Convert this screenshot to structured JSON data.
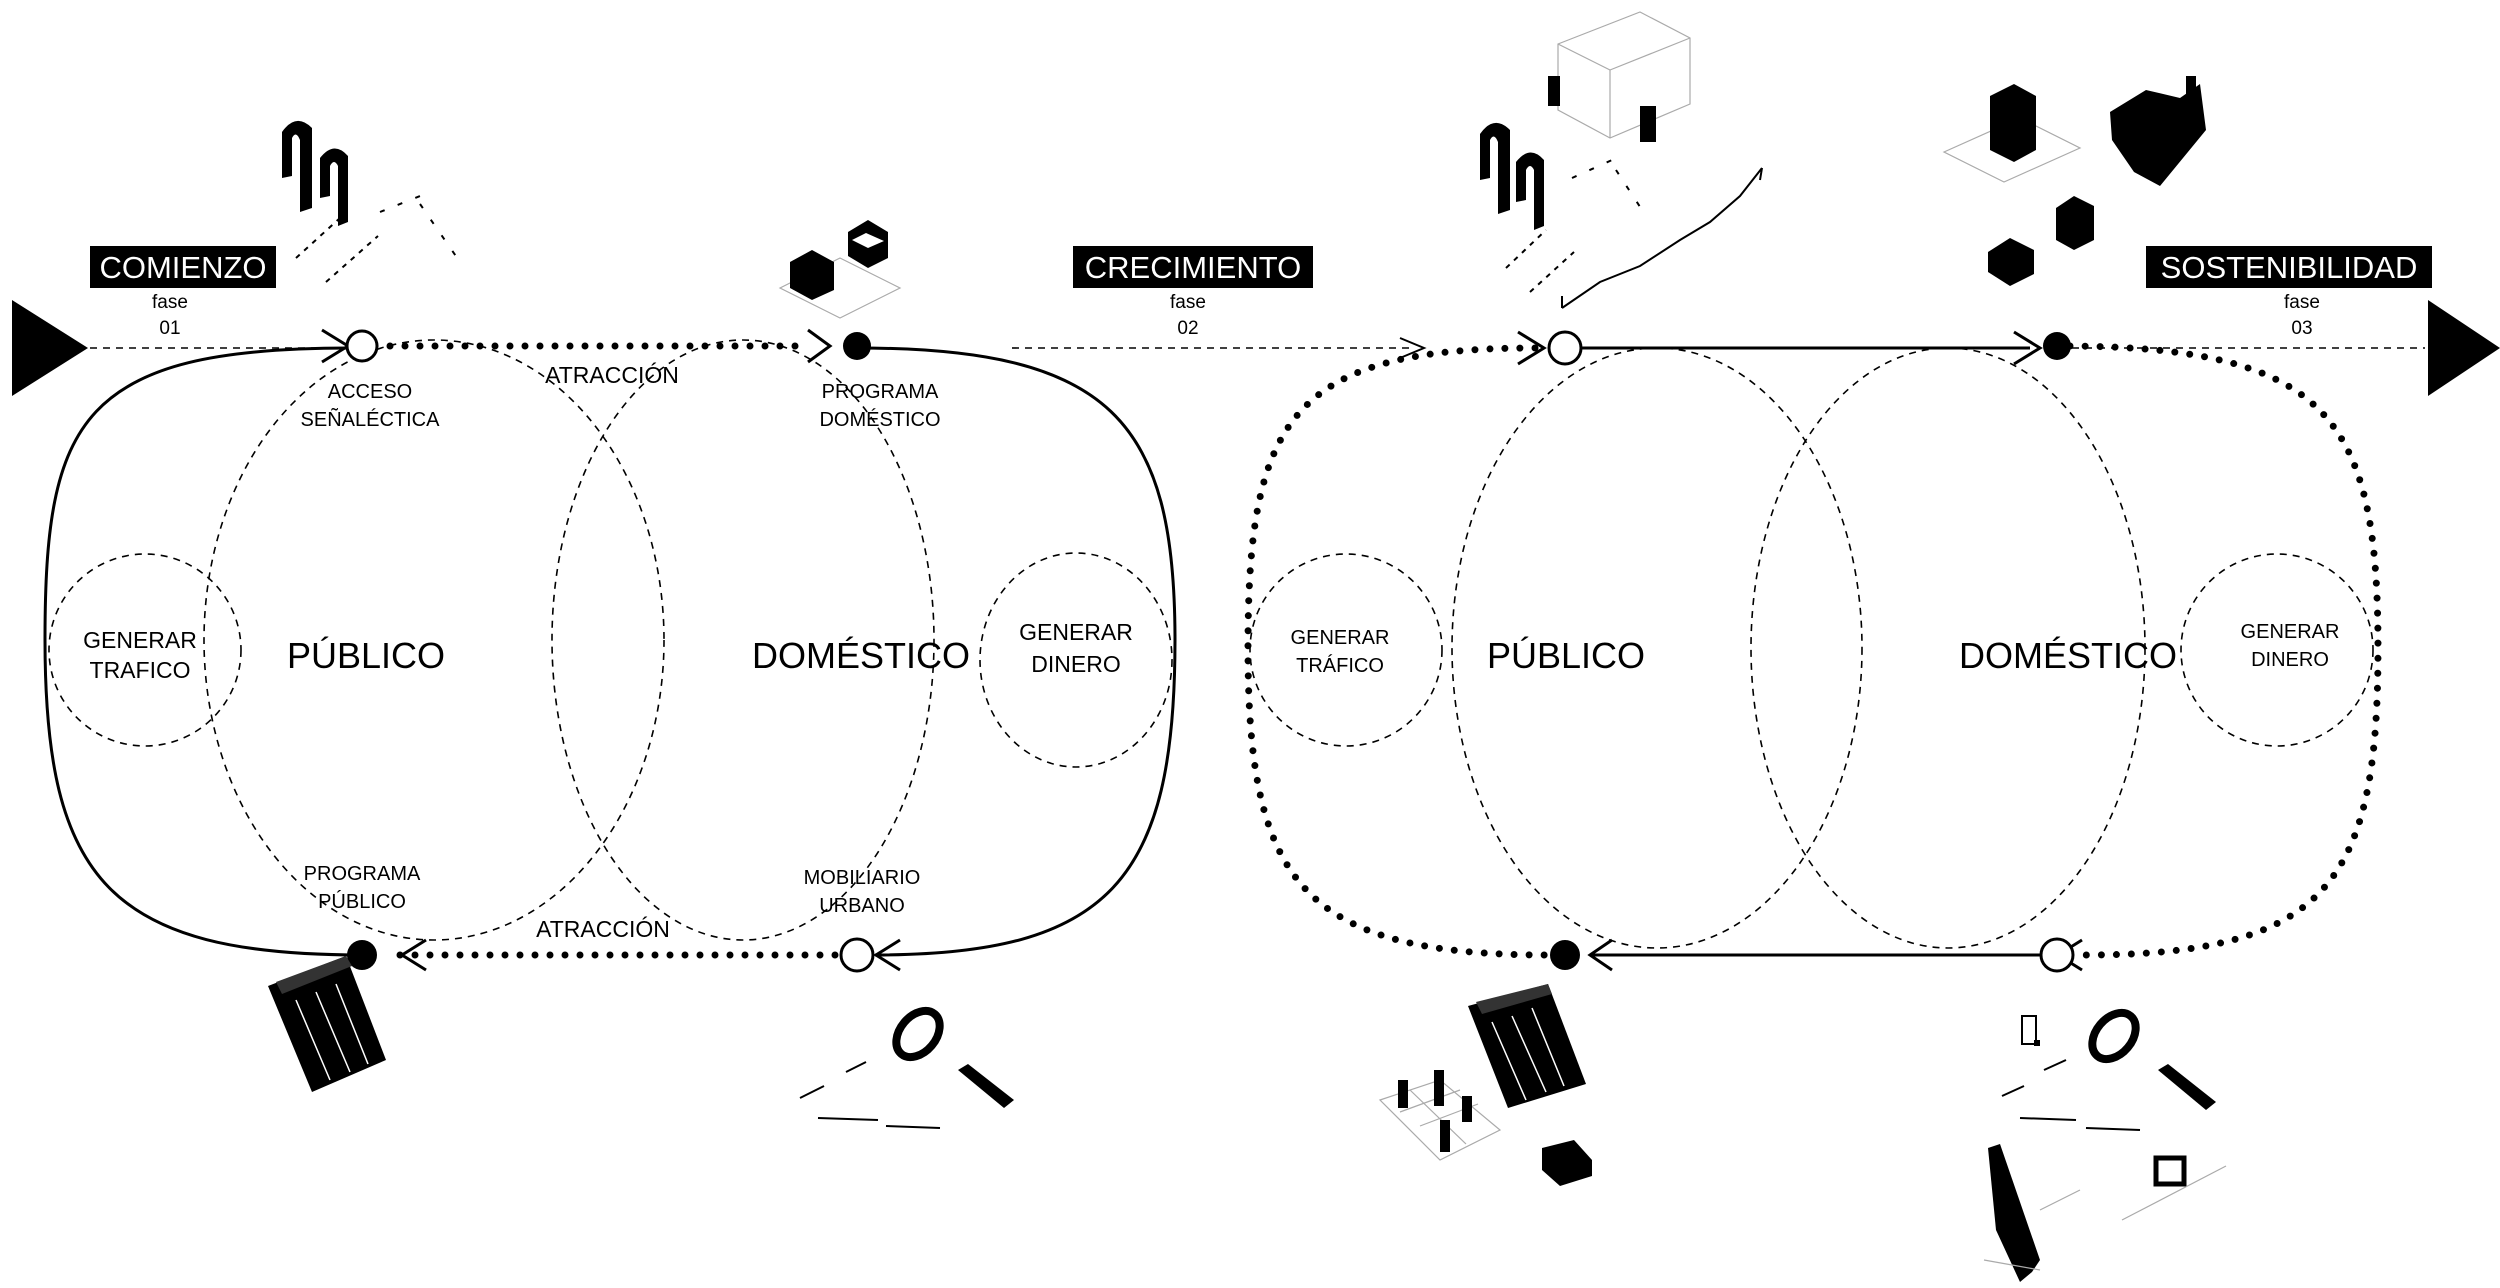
{
  "phases": [
    {
      "title": "COMIENZO",
      "sub1": "fase",
      "sub2": "01"
    },
    {
      "title": "CRECIMIENTO",
      "sub1": "fase",
      "sub2": "02"
    },
    {
      "title": "SOSTENIBILIDAD",
      "sub1": "fase",
      "sub2": "03"
    }
  ],
  "cycle1": {
    "publico": "PÚBLICO",
    "domestico": "DOMÉSTICO",
    "generar_trafico": [
      "GENERAR",
      "TRAFICO"
    ],
    "generar_dinero": [
      "GENERAR",
      "DINERO"
    ],
    "acceso": [
      "ACCESO",
      "SEÑALÉCTICA"
    ],
    "programa_domestico": [
      "PROGRAMA",
      "DOMÉSTICO"
    ],
    "programa_publico": [
      "PROGRAMA",
      "PÚBLICO"
    ],
    "mobiliario": [
      "MOBILIARIO",
      "URBANO"
    ],
    "atraccion_top": "ATRACCIÓN",
    "atraccion_bottom": "ATRACCIÓN"
  },
  "cycle2": {
    "publico": "PÚBLICO",
    "domestico": "DOMÉSTICO",
    "generar_trafico": [
      "GENERAR",
      "TRÁFICO"
    ],
    "generar_dinero": [
      "GENERAR",
      "DINERO"
    ]
  },
  "icons": [
    "arch-icon",
    "house-blocks-icon",
    "pavilion-icon",
    "bench-icon",
    "ring-icon",
    "fence-icon",
    "building-icon",
    "play-triangle-icon"
  ],
  "colors": {
    "ink": "#000000",
    "background": "#ffffff"
  }
}
